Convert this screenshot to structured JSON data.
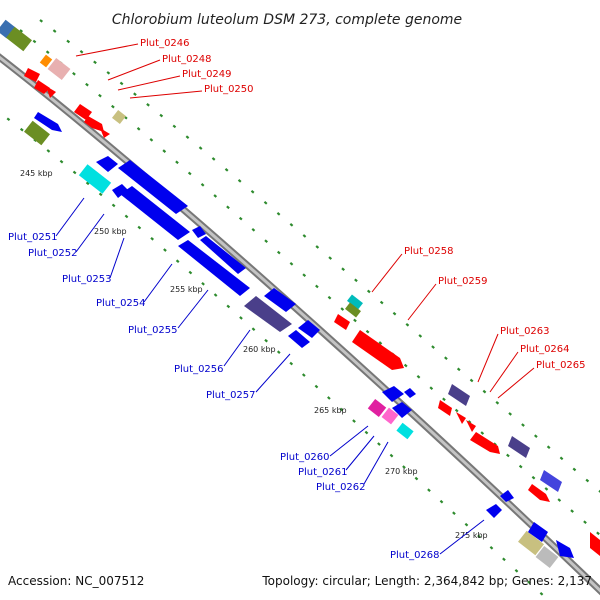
{
  "title": "Chlorobium luteolum DSM 273, complete genome",
  "footer": {
    "accession": "Accession: NC_007512",
    "summary": "Topology: circular; Length: 2,364,842 bp; Genes: 2,137"
  },
  "colors": {
    "backbone": "#9a9a9a",
    "tick": "#2e8b2e",
    "label_red": "#dd0000",
    "label_blue": "#0000cc"
  },
  "kbp_marks": [
    "245 kbp",
    "250 kbp",
    "255 kbp",
    "260 kbp",
    "265 kbp",
    "270 kbp",
    "275 kbp"
  ],
  "gene_labels": {
    "upper": [
      "Plut_0246",
      "Plut_0248",
      "Plut_0249",
      "Plut_0250",
      "Plut_0258",
      "Plut_0259",
      "Plut_0263",
      "Plut_0264",
      "Plut_0265"
    ],
    "lower": [
      "Plut_0251",
      "Plut_0252",
      "Plut_0253",
      "Plut_0254",
      "Plut_0255",
      "Plut_0256",
      "Plut_0257",
      "Plut_0260",
      "Plut_0261",
      "Plut_0262",
      "Plut_0268"
    ]
  }
}
